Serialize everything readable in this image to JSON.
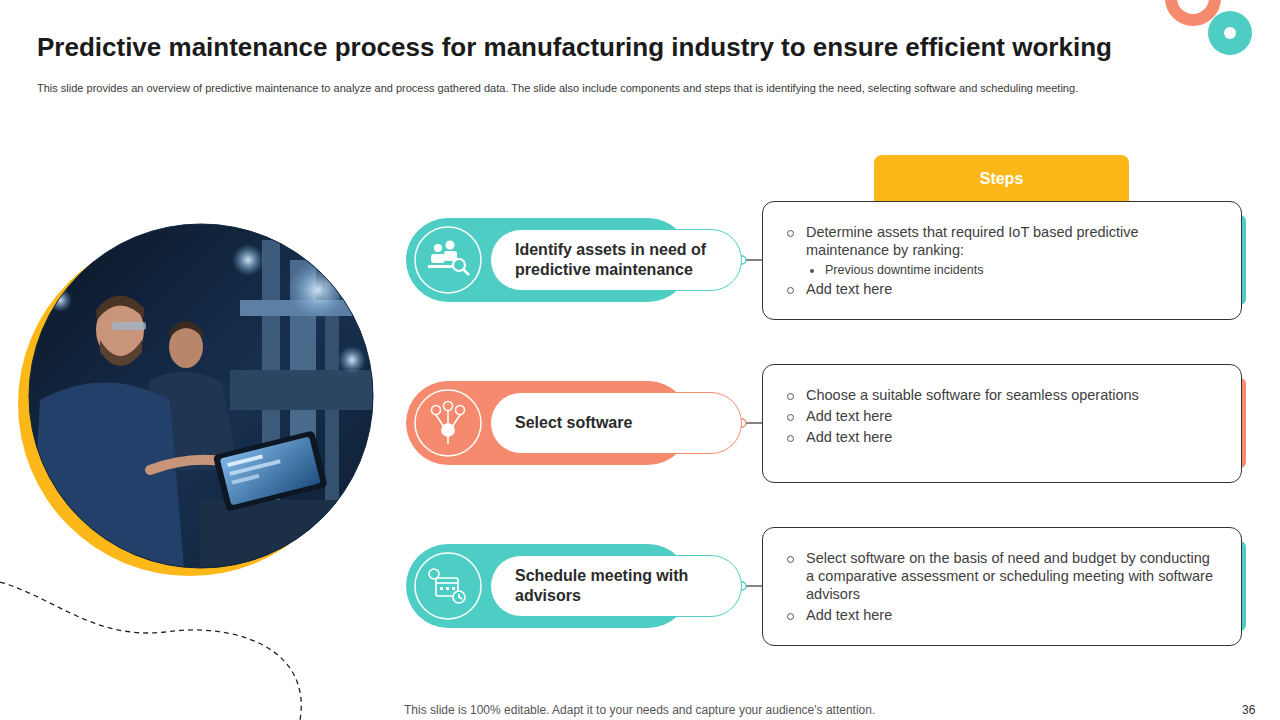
{
  "diagram": {
    "title": "Predictive maintenance process for manufacturing industry to ensure efficient working",
    "nodes": [
      {
        "text": [
          "Steps"
        ]
      },
      {
        "text": [
          "Identify assets in need of predictive maintenance"
        ]
      },
      {
        "text": [
          "Determine assets that required IoT based predictive maintenance by ranking:",
          "Previous downtime incidents",
          "Add text here"
        ]
      },
      {
        "text": [
          "Select software"
        ]
      },
      {
        "text": [
          "Choose a suitable software for seamless operations",
          "Add text here",
          "Add text here"
        ]
      },
      {
        "text": [
          "Schedule meeting with advisors"
        ]
      },
      {
        "text": [
          "Select software on the basis of need and budget by conducting a comparative assessment or scheduling meeting with software advisors",
          "Add text here"
        ]
      }
    ],
    "edges": [
      {
        "from": 1,
        "to": 2,
        "arrow": "none"
      },
      {
        "from": 3,
        "to": 4,
        "arrow": "none"
      },
      {
        "from": 5,
        "to": 6,
        "arrow": "none"
      }
    ],
    "labels": [
      "This slide provides an overview of predictive maintenance to analyze and process gathered data. The slide also include components and steps that is identifying the need, selecting software and scheduling meeting.",
      "This slide is 100% editable. Adapt it to your needs and capture your audience's attention.",
      "36"
    ]
  }
}
